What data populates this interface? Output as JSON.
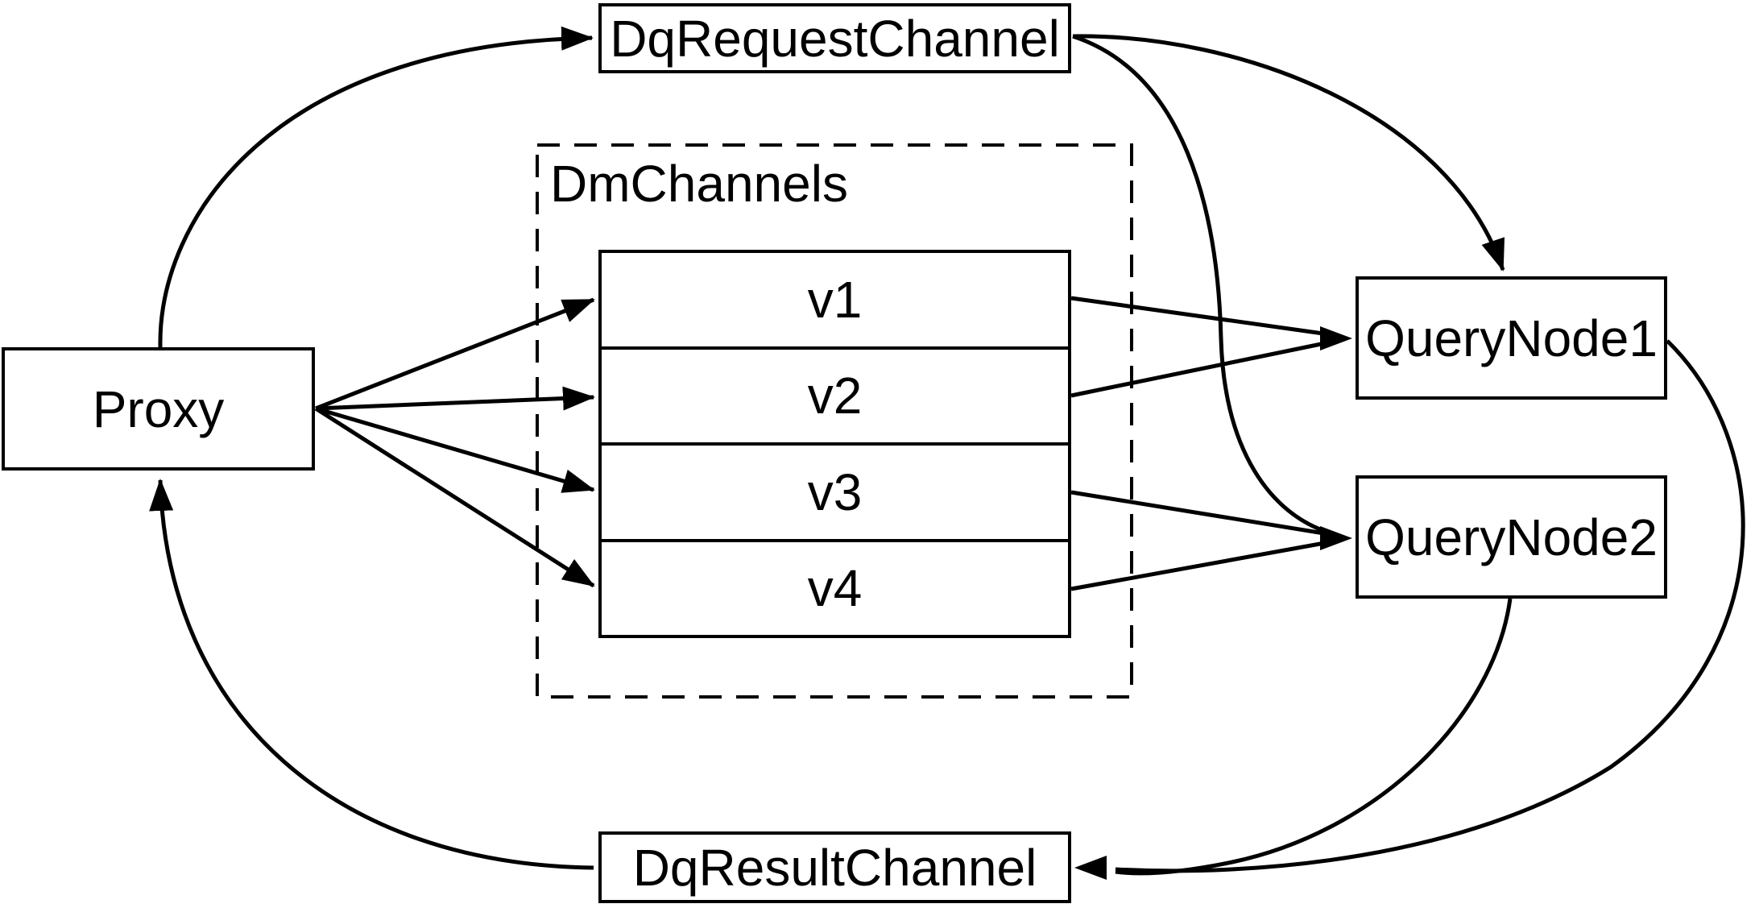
{
  "diagram": {
    "type": "architecture-flow-diagram",
    "background_color": "#ffffff",
    "line_color": "#000000",
    "nodes": {
      "proxy": {
        "label": "Proxy"
      },
      "dq_request_channel": {
        "label": "DqRequestChannel"
      },
      "dm_channels_group": {
        "label": "DmChannels",
        "channels": [
          {
            "label": "v1"
          },
          {
            "label": "v2"
          },
          {
            "label": "v3"
          },
          {
            "label": "v4"
          }
        ]
      },
      "query_node_1": {
        "label": "QueryNode1"
      },
      "query_node_2": {
        "label": "QueryNode2"
      },
      "dq_result_channel": {
        "label": "DqResultChannel"
      }
    },
    "edges": [
      {
        "from": "Proxy",
        "to": "DqRequestChannel"
      },
      {
        "from": "Proxy",
        "to": "v1"
      },
      {
        "from": "Proxy",
        "to": "v2"
      },
      {
        "from": "Proxy",
        "to": "v3"
      },
      {
        "from": "Proxy",
        "to": "v4"
      },
      {
        "from": "DqRequestChannel",
        "to": "QueryNode1"
      },
      {
        "from": "DqRequestChannel",
        "to": "QueryNode2"
      },
      {
        "from": "v1",
        "to": "QueryNode1"
      },
      {
        "from": "v2",
        "to": "QueryNode1"
      },
      {
        "from": "v3",
        "to": "QueryNode2"
      },
      {
        "from": "v4",
        "to": "QueryNode2"
      },
      {
        "from": "QueryNode1",
        "to": "DqResultChannel"
      },
      {
        "from": "QueryNode2",
        "to": "DqResultChannel"
      },
      {
        "from": "DqResultChannel",
        "to": "Proxy"
      }
    ]
  }
}
